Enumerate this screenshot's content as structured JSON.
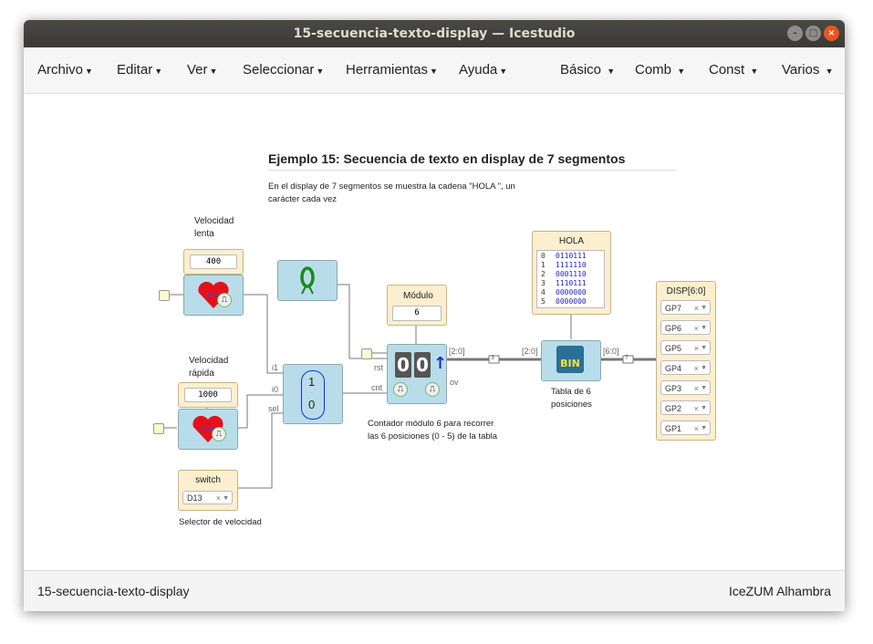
{
  "window": {
    "title": "15-secuencia-texto-display — Icestudio"
  },
  "menu": {
    "left": [
      "Archivo",
      "Editar",
      "Ver",
      "Seleccionar",
      "Herramientas",
      "Ayuda"
    ],
    "right": [
      "Básico",
      "Comb",
      "Const",
      "Varios"
    ]
  },
  "canvas": {
    "title": "Ejemplo 15: Secuencia de texto en display de 7 segmentos",
    "description": "En el display de 7 segmentos se muestra la cadena \"HOLA \", un carácter cada vez",
    "slow_label": "Velocidad lenta",
    "slow_value": "400",
    "fast_label": "Velocidad rápida",
    "fast_value": "1000",
    "mux": {
      "in1": "i1",
      "in0": "i0",
      "sel": "sel",
      "top": "1",
      "bottom": "0"
    },
    "modulo": {
      "label": "Módulo",
      "value": "6"
    },
    "counter": {
      "rst": "rst",
      "cnt": "cnt",
      "ov": "ov",
      "digit1": "0",
      "digit2": "0",
      "caption": "Contador módulo 6 para recorrer las 6 posiciones (0 - 5) de la tabla"
    },
    "bus": {
      "a": "[2:0]",
      "b": "[2:0]",
      "c": "[6:0]",
      "w1": "3",
      "w2": "7"
    },
    "table": {
      "title": "HOLA",
      "rows": [
        {
          "i": "0",
          "v": "0110111"
        },
        {
          "i": "1",
          "v": "1111110"
        },
        {
          "i": "2",
          "v": "0001110"
        },
        {
          "i": "3",
          "v": "1110111"
        },
        {
          "i": "4",
          "v": "0000000"
        },
        {
          "i": "5",
          "v": "0000000"
        }
      ],
      "block_label": "BIN",
      "caption": "Tabla de 6 posiciones"
    },
    "switch": {
      "label": "switch",
      "pin": "D13",
      "caption": "Selector de velocidad"
    },
    "display": {
      "label": "DISP[6:0]",
      "pins": [
        "GP7",
        "GP6",
        "GP5",
        "GP4",
        "GP3",
        "GP2",
        "GP1"
      ]
    },
    "heart_text": "msec"
  },
  "status": {
    "left": "15-secuencia-texto-display",
    "right": "IceZUM Alhambra"
  }
}
